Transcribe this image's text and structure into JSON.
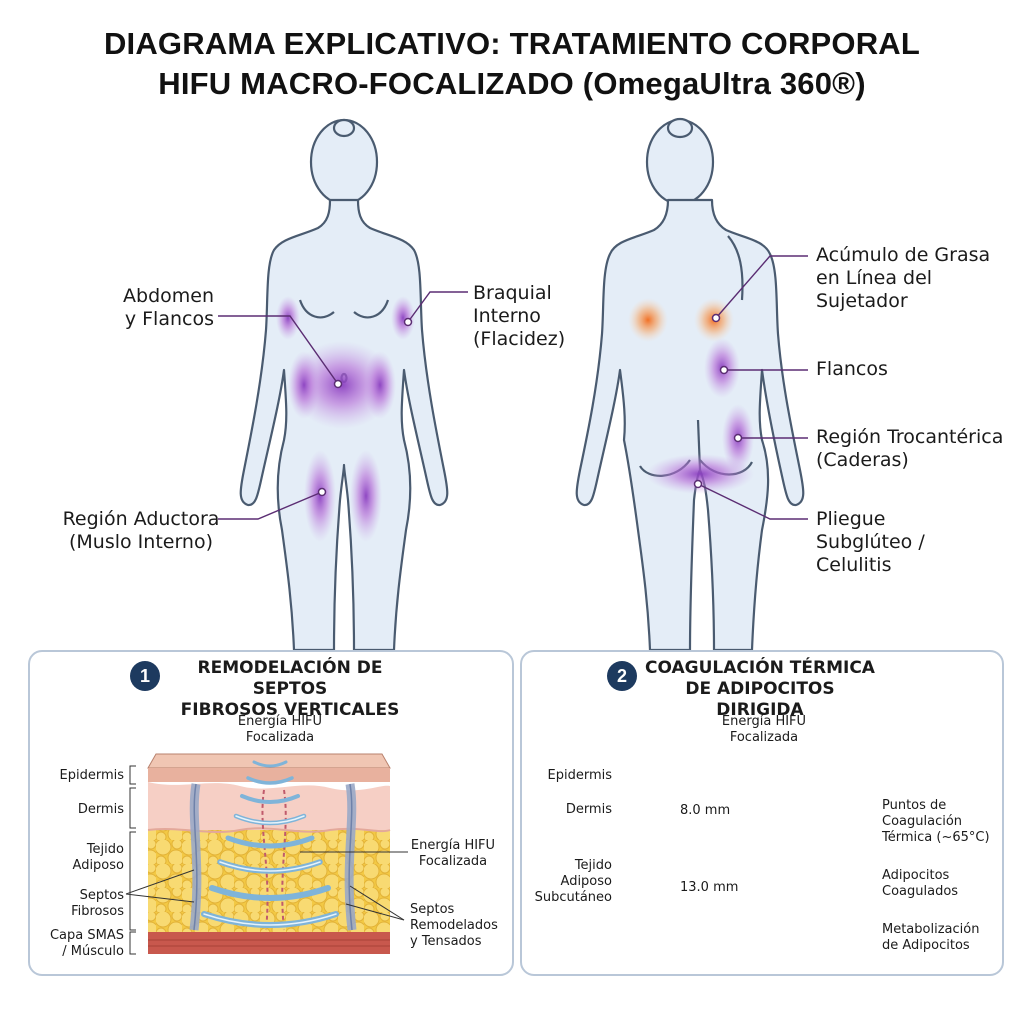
{
  "title": {
    "line1": "DIAGRAMA EXPLICATIVO: TRATAMIENTO CORPORAL",
    "line2": "HIFU MACRO-FOCALIZADO (OmegaUltra 360®)"
  },
  "front_labels": {
    "abdomen": [
      "Abdomen",
      "y Flancos"
    ],
    "braquial": [
      "Braquial",
      "Interno",
      "(Flacidez)"
    ],
    "aductora": [
      "Región Aductora",
      "(Muslo Interno)"
    ]
  },
  "back_labels": {
    "sujetador": [
      "Acúmulo de Grasa",
      "en Línea del",
      "Sujetador"
    ],
    "flancos": [
      "Flancos"
    ],
    "trocanterica": [
      "Región Trocantérica",
      "(Caderas)"
    ],
    "subgluteo": [
      "Pliegue",
      "Subglúteo /",
      "Celulitis"
    ]
  },
  "panel1": {
    "number": "1",
    "title": [
      "REMODELACIÓN DE SEPTOS",
      "FIBROSOS VERTICALES"
    ],
    "energy_top": [
      "Energía HIFU",
      "Focalizada"
    ],
    "left_labels": {
      "epidermis": "Epidermis",
      "dermis": "Dermis",
      "tejido": [
        "Tejido",
        "Adiposo"
      ],
      "septos": [
        "Septos",
        "Fibrosos"
      ],
      "smas": [
        "Capa SMAS",
        "/ Músculo"
      ]
    },
    "right_labels": {
      "energy": [
        "Energía HIFU",
        "Focalizada"
      ],
      "remodelados": [
        "Septos",
        "Remodelados",
        "y Tensados"
      ]
    }
  },
  "panel2": {
    "number": "2",
    "title": [
      "COAGULACIÓN TÉRMICA",
      "DE ADIPOCITOS DIRIGIDA"
    ],
    "energy_top": [
      "Energía HIFU",
      "Focalizada"
    ],
    "left_labels": {
      "epidermis": "Epidermis",
      "dermis": "Dermis",
      "tejido": [
        "Tejido",
        "Adiposo",
        "Subcutáneo"
      ]
    },
    "depths": {
      "d1": "8.0 mm",
      "d2": "13.0 mm"
    },
    "right_labels": {
      "puntos": [
        "Puntos de",
        "Coagulación",
        "Térmica (~65°C)"
      ],
      "adipocitos": [
        "Adipocitos",
        "Coagulados"
      ],
      "metabolizacion": [
        "Metabolización",
        "de Adipocitos"
      ]
    }
  },
  "colors": {
    "body_fill": "#e4edf7",
    "body_stroke": "#4a5b70",
    "purple_zone": "#9b4dc4",
    "orange_zone": "#f07a2a",
    "leader": "#5b2d73",
    "epidermis": "#e9b6a5",
    "dermis": "#f4c9bf",
    "fat": "#f6d35c",
    "muscle": "#c8584d",
    "wave": "#7fb4d9",
    "hot": "#e8321c",
    "green": "#4cbf3a",
    "badge": "#1d3a5f"
  }
}
